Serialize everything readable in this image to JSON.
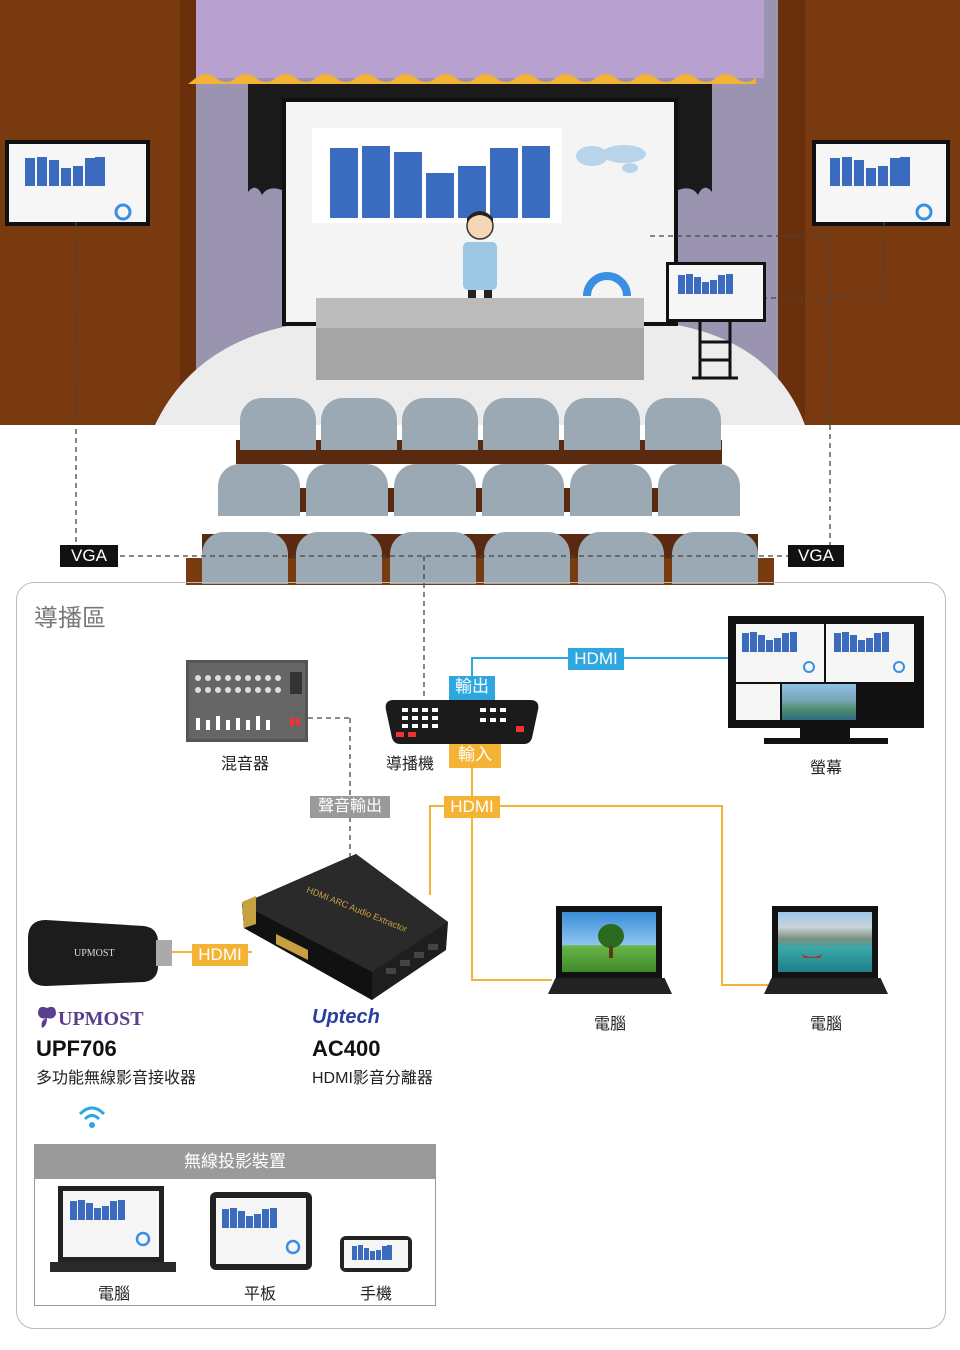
{
  "connections": {
    "vga_left": "VGA",
    "vga_right": "VGA",
    "hdmi_top": "HDMI",
    "hdmi_mid": "HDMI",
    "hdmi_left": "HDMI",
    "output": "輸出",
    "input": "輸入",
    "audio_out": "聲音輸出"
  },
  "zone": {
    "title": "導播區"
  },
  "devices": {
    "mixer": "混音器",
    "switcher": "導播機",
    "monitor": "螢幕",
    "pc1": "電腦",
    "pc2": "電腦"
  },
  "products": {
    "upf706": {
      "brand": "UPMOST",
      "model": "UPF706",
      "desc": "多功能無線影音接收器",
      "dongle_text": "UPMOST"
    },
    "ac400": {
      "brand": "Uptech",
      "model": "AC400",
      "desc": "HDMI影音分離器",
      "box_text": "HDMI ARC Audio Extractor"
    }
  },
  "wireless": {
    "title": "無線投影裝置",
    "items": [
      "電腦",
      "平板",
      "手機"
    ]
  },
  "colors": {
    "wall": "#7a3a10",
    "curtain": "#b9a1cf",
    "stage_back": "#9b94b0",
    "hdmi_blue": "#2ea7e0",
    "hdmi_orange": "#f5b335",
    "chart_blue": "#3a6bbf"
  }
}
